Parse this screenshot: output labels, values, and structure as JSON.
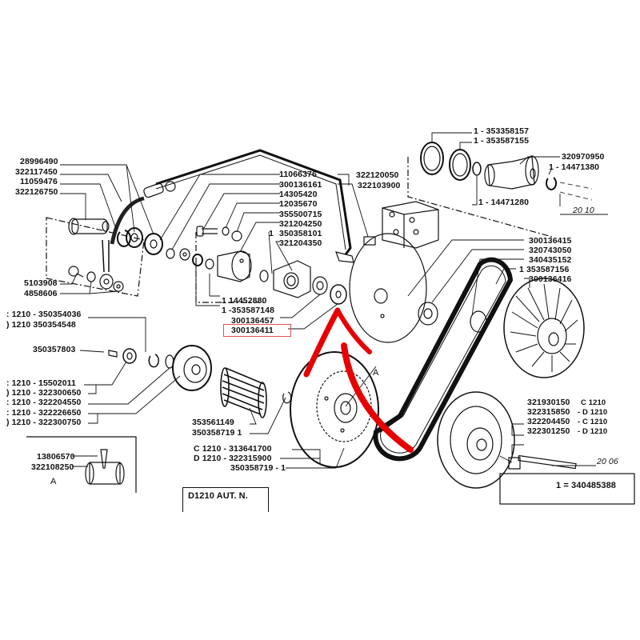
{
  "diagram": {
    "title_box": "D1210  AUT. N.",
    "highlighted_part": "300136411",
    "accent_color": "#e60000",
    "highlight_box_color": "#e05050",
    "labels": {
      "l28996490": "28996490",
      "l322117450": "322117450",
      "l11059476": "11059476",
      "l322126750": "322126750",
      "l5103908": "5103908",
      "l4858606": "4858606",
      "l11066376": "11066376",
      "l300136161": "300136161",
      "l14305420": "14305420",
      "l12035670": "12035670",
      "l355500715": "355500715",
      "l321204250": "321204250",
      "l350358101": "350358101",
      "l321204350": "321204350",
      "l350358101_qty": "1",
      "l14452880": "1   14452880",
      "l353587148": "1 -353587148",
      "l300136457": "300136457",
      "l300136411": "300136411",
      "l322120050": "322120050",
      "l322103900": "322103900",
      "l353358157": "1 - 353358157",
      "l353587155": "1 - 353587155",
      "l320970950": "320970950",
      "l14471380": "1 - 14471380",
      "l14471280": "1 - 14471280",
      "ref2010": "20 10",
      "l300136415": "300136415",
      "l320743050": "320743050",
      "l340435152": "340435152",
      "l353587156": "1  353587156",
      "l300136416": "300136416",
      "l350354036": ": 1210 - 350354036",
      "l350354548": ") 1210   350354548",
      "l350357803": "350357803",
      "l15502011": ": 1210 - 15502011",
      "l322300650": ") 1210 - 322300650",
      "l322204550": ": 1210 - 322204550",
      "l322226650": ": 1210 - 322226650",
      "l322300750": ") 1210 - 322300750",
      "l353561149": "353561149",
      "l350358719a": "350358719   1",
      "l313641700": "C 1210 - 313641700",
      "l322315900": "D 1210 - 322315900",
      "l350358719b": "350358719 - 1",
      "l321930150": "321930150",
      "l321930150_v": "C 1210",
      "l322315850": "322315850",
      "l322315850_v": "- D 1210",
      "l322204450": "322204450",
      "l322204450_v": "- C 1210",
      "l322301250": "322301250",
      "l322301250_v": "- D 1210",
      "ref2006": "20 06",
      "l340485388": "1 = 340485388",
      "l13806570": "13806570",
      "l322108250": "322108250",
      "detailA": "A",
      "markA": "A"
    }
  }
}
